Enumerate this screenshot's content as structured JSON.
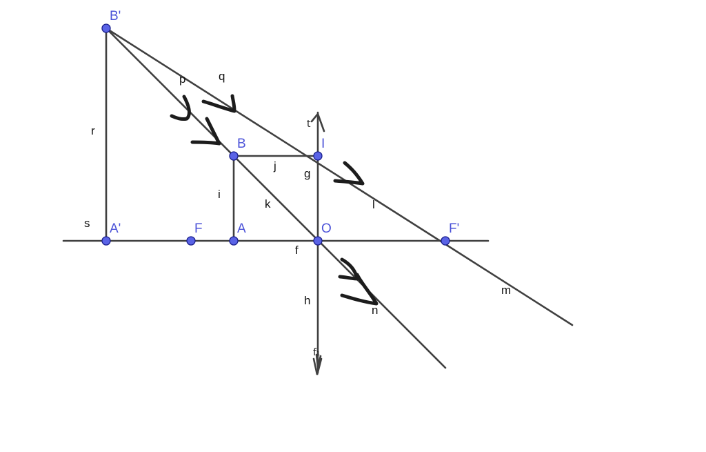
{
  "points": {
    "B_prime": "B'",
    "B": "B",
    "I": "I",
    "A_prime": "A'",
    "F": "F",
    "A": "A",
    "O": "O",
    "F_prime": "F'"
  },
  "segments": {
    "p": "p",
    "q": "q",
    "r": "r",
    "s": "s",
    "j": "j",
    "g": "g",
    "i": "i",
    "k": "k",
    "l": "l",
    "f": "f",
    "h": "h",
    "n": "n",
    "m": "m"
  },
  "lens_ends": {
    "top": "t",
    "bottom": "f₁"
  },
  "colors": {
    "point_fill": "#5a63e6",
    "point_label": "#4c53d8",
    "line": "#404040",
    "handwriting": "#1c1c1c"
  }
}
